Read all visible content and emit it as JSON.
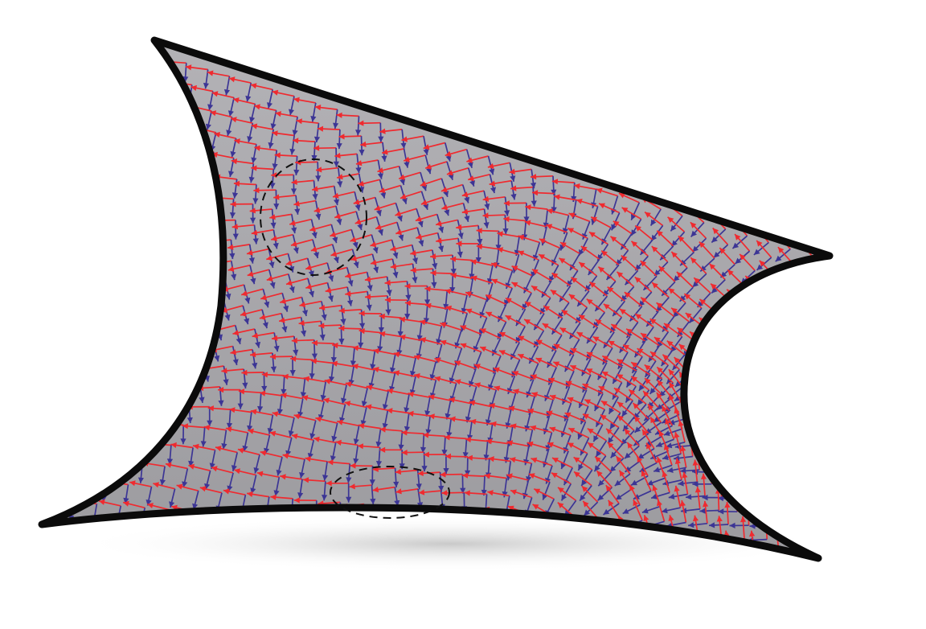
{
  "diagram": {
    "colors": {
      "background": "#ffffff",
      "surface_top": "#b3b2b6",
      "surface_bottom": "#9c9b9f",
      "boundary": "#0b0b0b",
      "field_primary": "#ef2a2f",
      "field_secondary": "#3c3595",
      "singularity_marker": "#111111",
      "shadow": "#c9c9c9"
    },
    "elements": {
      "surface_patch": "quad-mesh-surface",
      "boundary_curve": "black-boundary-curve",
      "primary_field": "red-direction-arrows",
      "secondary_field": "blue-direction-arrows",
      "singularity_markers": [
        "dashed-circle-upper-left",
        "dashed-ellipse-bottom"
      ]
    }
  }
}
